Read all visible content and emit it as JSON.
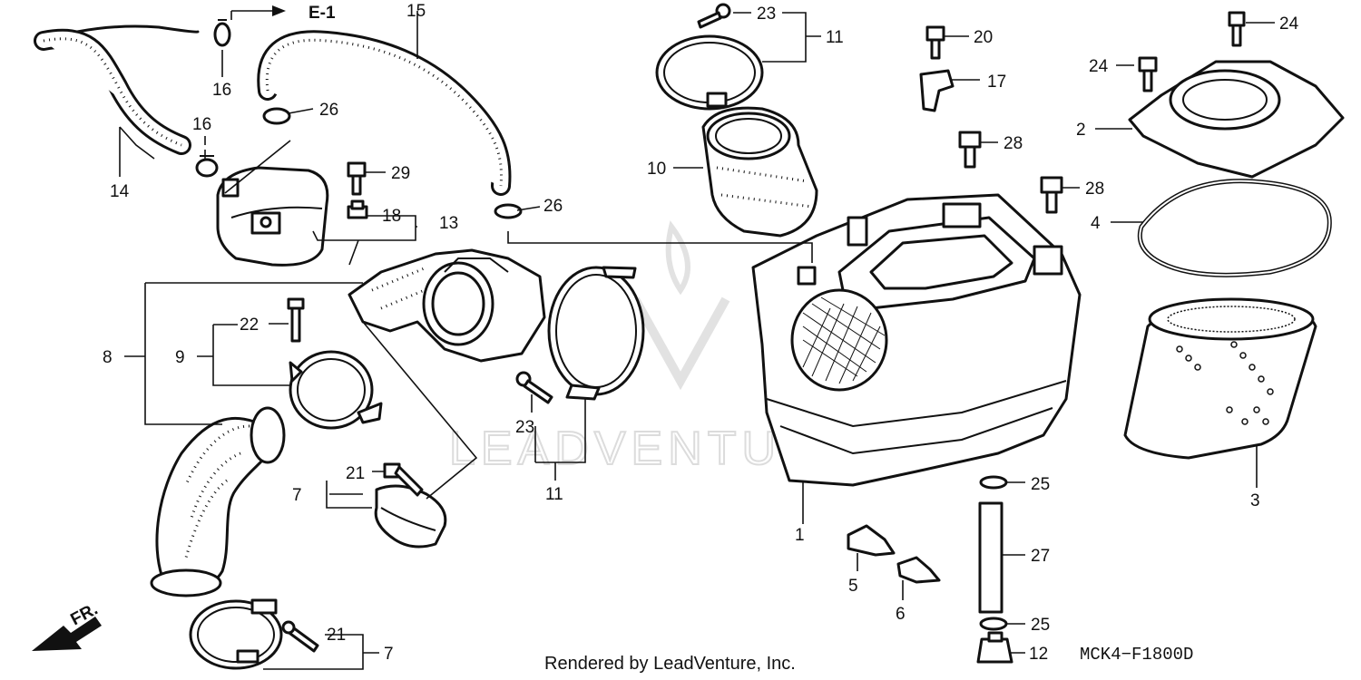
{
  "diagram": {
    "labels": {
      "p1": "1",
      "p2": "2",
      "p3": "3",
      "p4": "4",
      "p5": "5",
      "p6": "6",
      "p7a": "7",
      "p7b": "7",
      "p8": "8",
      "p9": "9",
      "p10": "10",
      "p11a": "11",
      "p11b": "11",
      "p12": "12",
      "p13": "13",
      "p14": "14",
      "p15": "15",
      "p16a": "16",
      "p16b": "16",
      "p17": "17",
      "p18": "18",
      "p20": "20",
      "p21a": "21",
      "p21b": "21",
      "p22": "22",
      "p23a": "23",
      "p23b": "23",
      "p24a": "24",
      "p24b": "24",
      "p25a": "25",
      "p25b": "25",
      "p26a": "26",
      "p26b": "26",
      "p27": "27",
      "p28a": "28",
      "p28b": "28",
      "p29": "29"
    },
    "reference": "E-1",
    "direction": "FR.",
    "watermark": "LEADVENTURE",
    "credit": "Rendered by LeadVenture, Inc.",
    "code": "MCK4−F1800D"
  }
}
